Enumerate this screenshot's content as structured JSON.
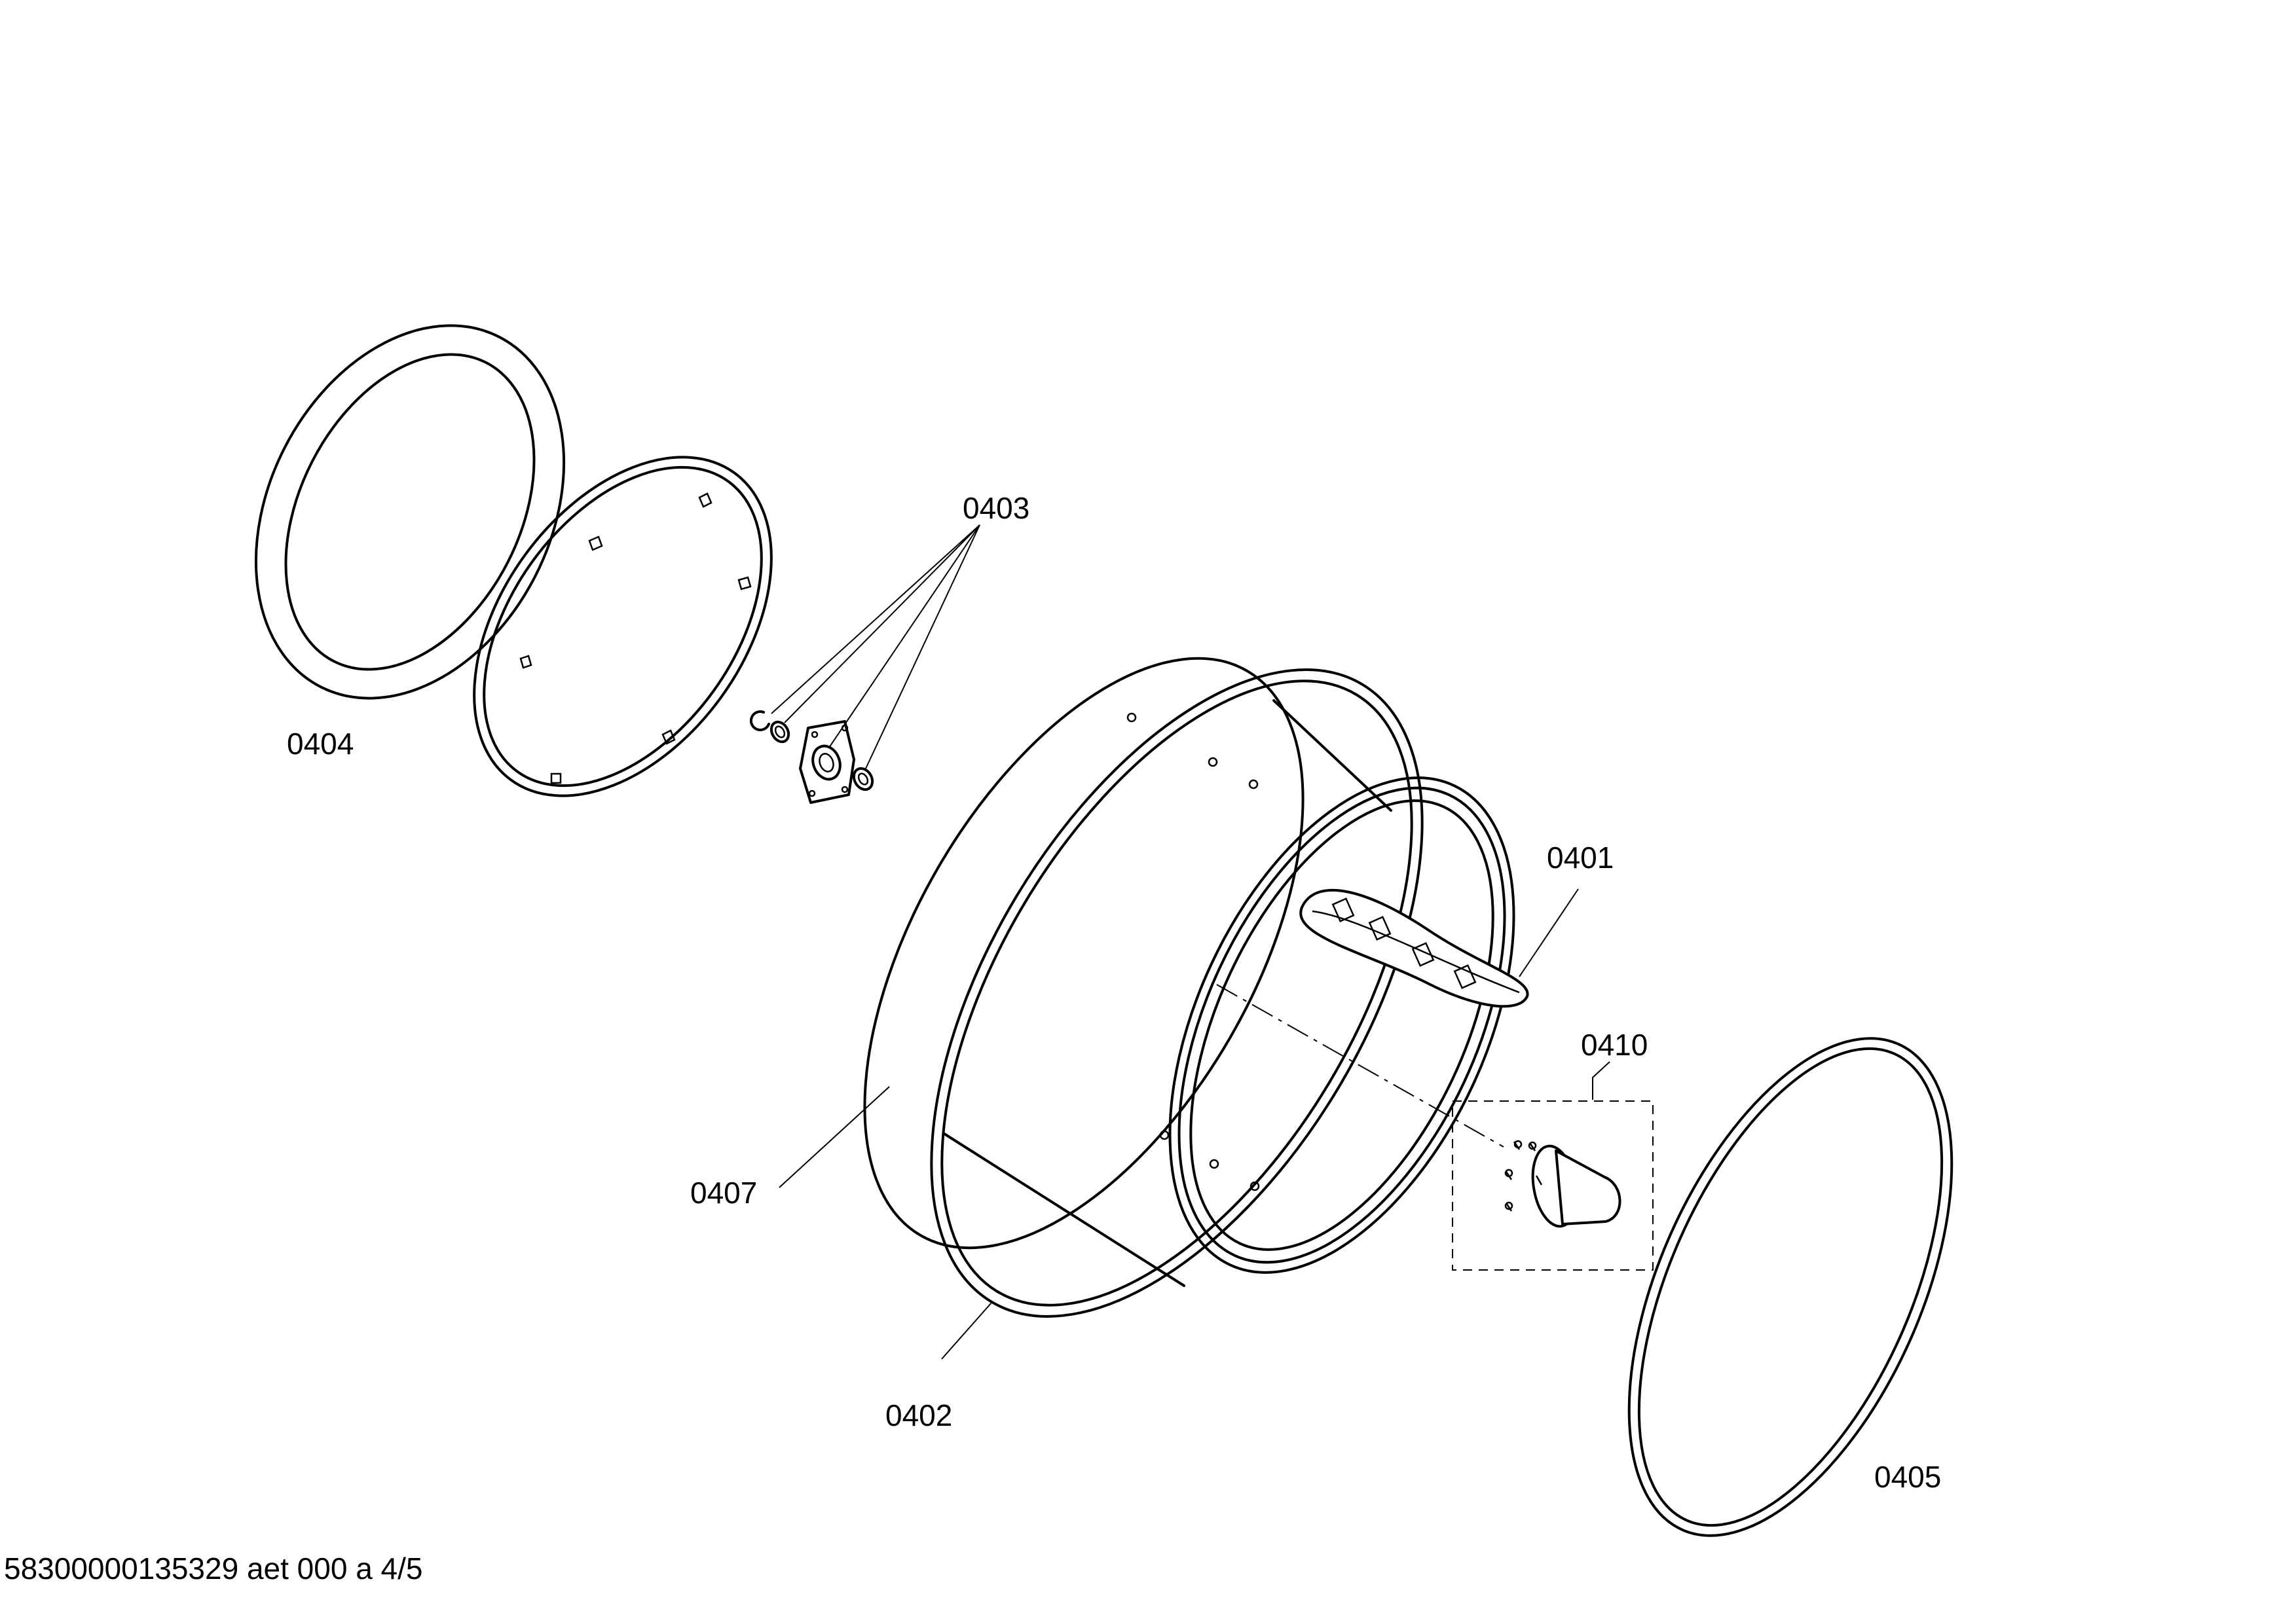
{
  "parts": {
    "p0401": "0401",
    "p0402": "0402",
    "p0403": "0403",
    "p0404": "0404",
    "p0405": "0405",
    "p0407": "0407",
    "p0410": "0410"
  },
  "footer": {
    "document_id": "58300000135329 aet 000 a 4/5"
  }
}
